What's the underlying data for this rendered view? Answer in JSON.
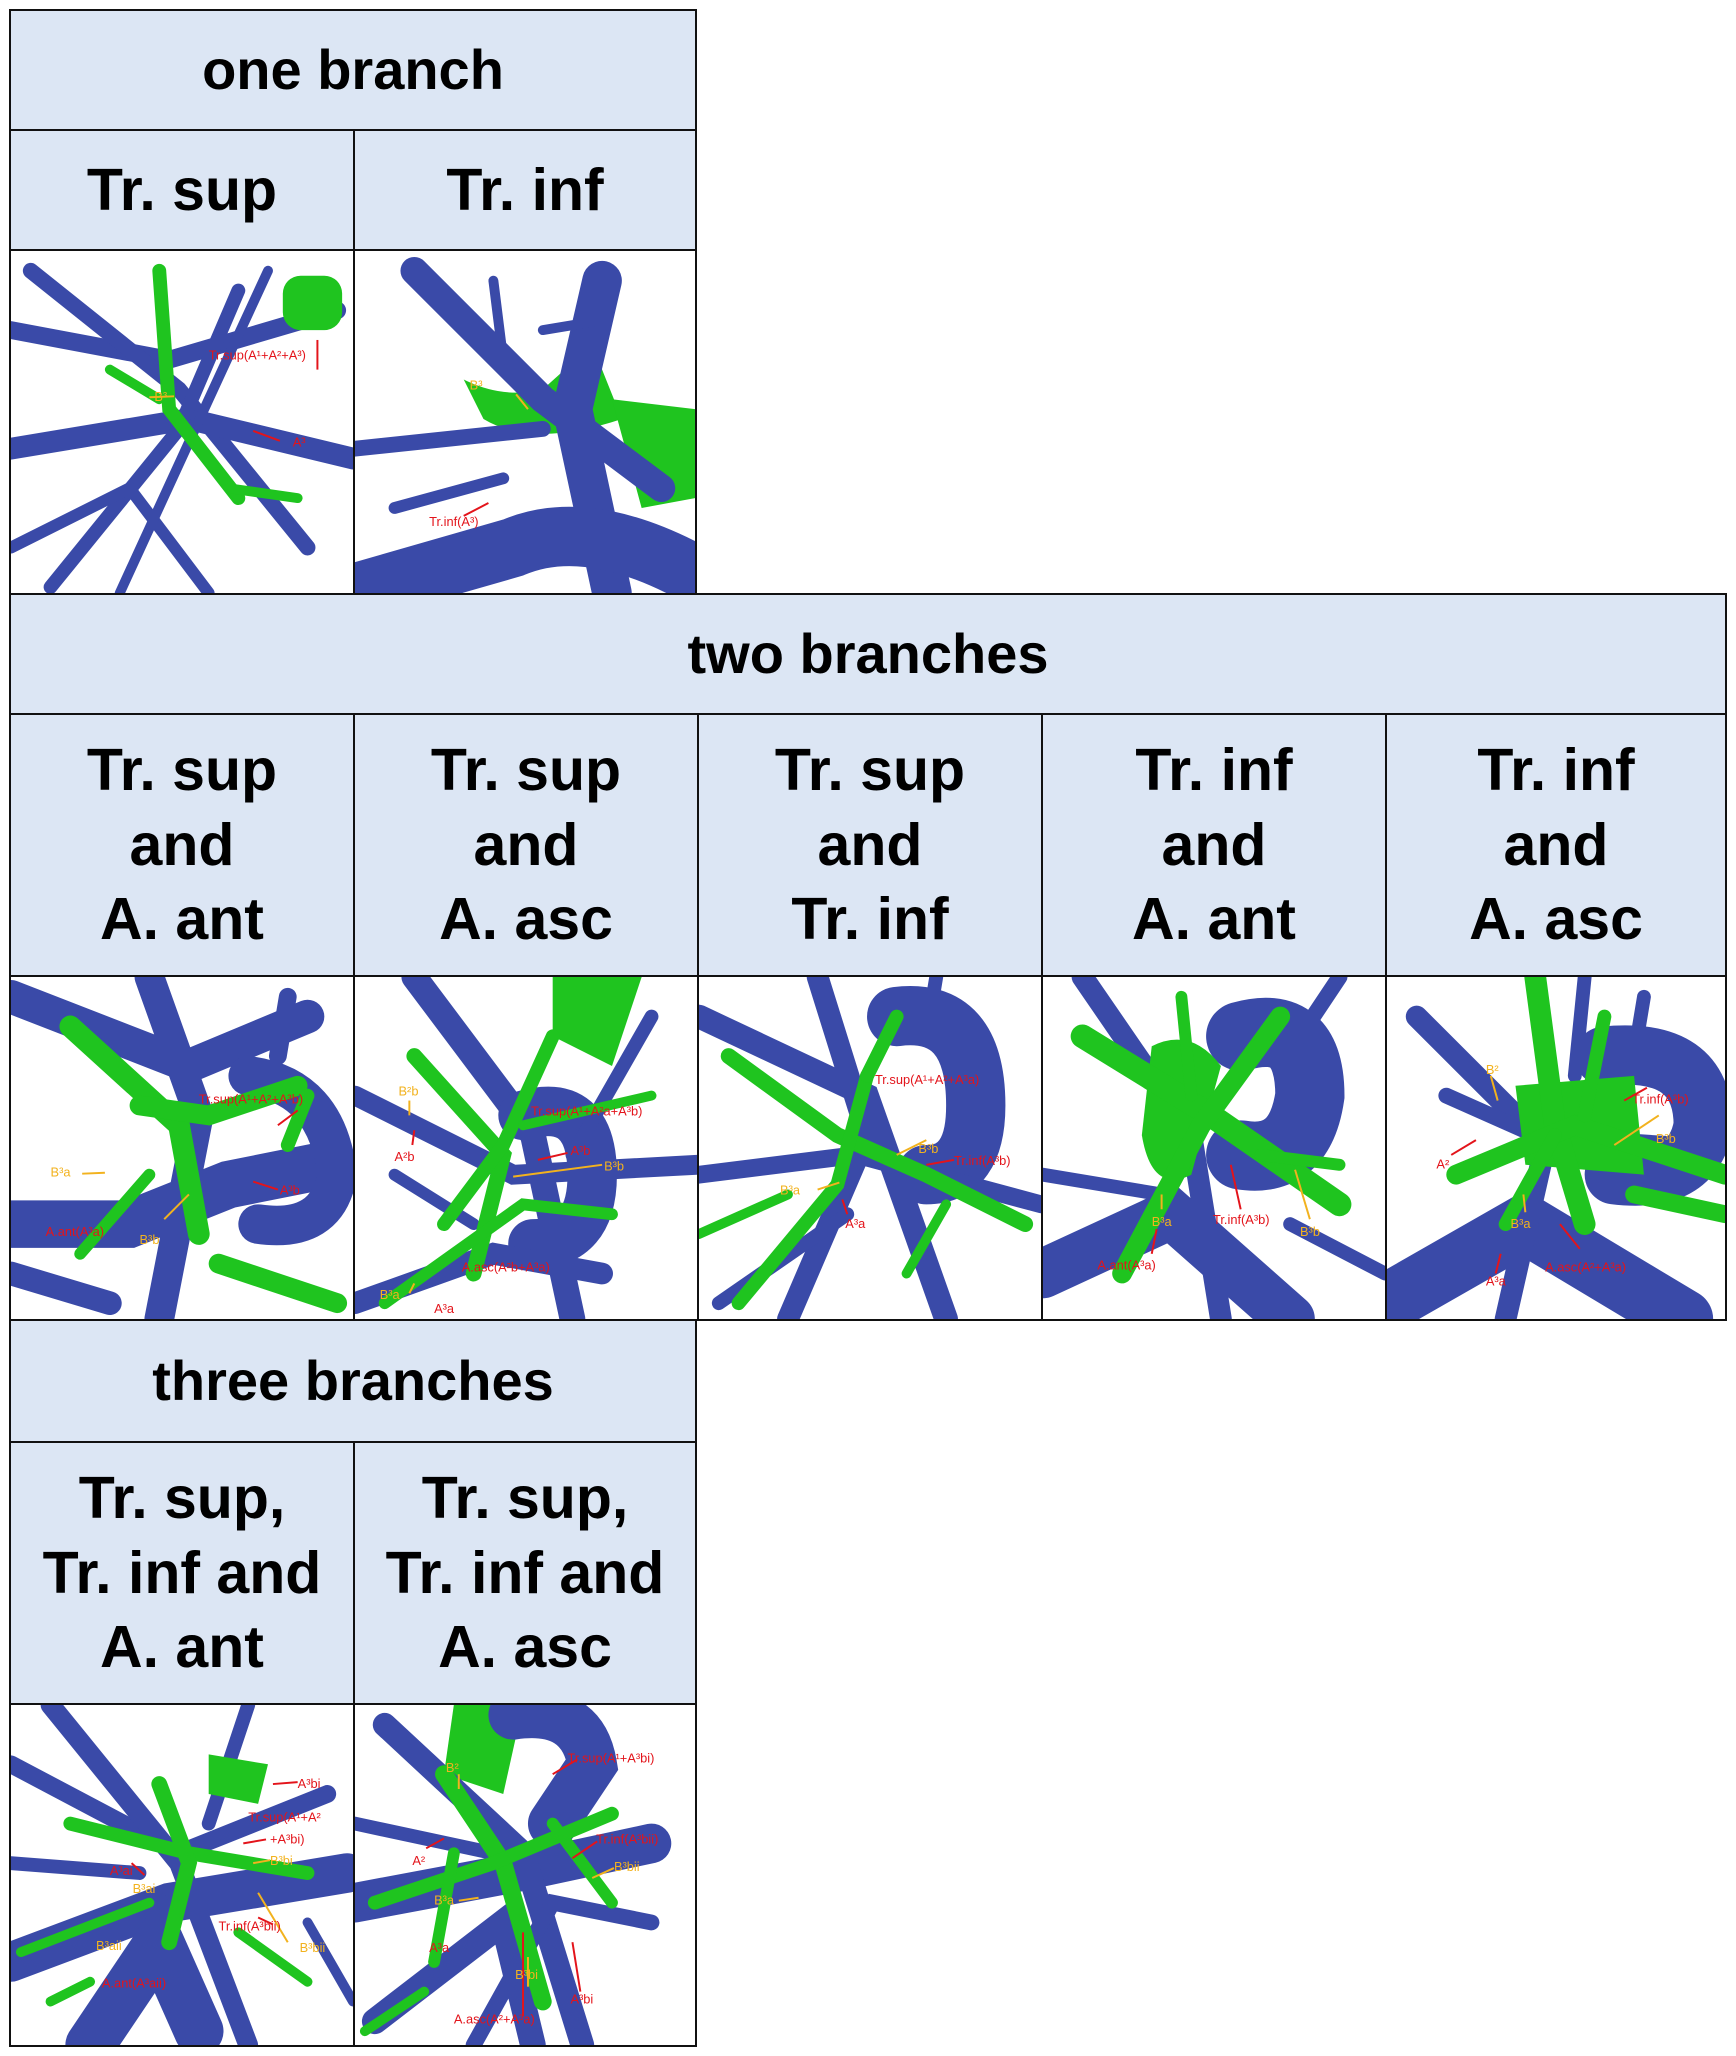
{
  "groups": {
    "one": {
      "title": "one branch",
      "cols": [
        {
          "label": "Tr. sup",
          "annotations": [
            {
              "text": "Tr.sup(A¹+A²+A³)",
              "color": "red"
            },
            {
              "text": "B³",
              "color": "orange"
            },
            {
              "text": "A³",
              "color": "red"
            }
          ]
        },
        {
          "label": "Tr. inf",
          "annotations": [
            {
              "text": "B³",
              "color": "orange"
            },
            {
              "text": "Tr.inf(A³)",
              "color": "red"
            }
          ]
        }
      ]
    },
    "two": {
      "title": "two branches",
      "cols": [
        {
          "label": "Tr. sup\nand\nA. ant",
          "annotations": [
            {
              "text": "Tr.sup(A¹+A²+A³b)",
              "color": "red"
            },
            {
              "text": "B³a",
              "color": "orange"
            },
            {
              "text": "A³b",
              "color": "red"
            },
            {
              "text": "A.ant(A³a)",
              "color": "red"
            },
            {
              "text": "B³b",
              "color": "orange"
            }
          ]
        },
        {
          "label": "Tr. sup\nand\nA. asc",
          "annotations": [
            {
              "text": "B²b",
              "color": "orange"
            },
            {
              "text": "Tr.sup(A¹+A²a+A³b)",
              "color": "red"
            },
            {
              "text": "A²b",
              "color": "red"
            },
            {
              "text": "A³b",
              "color": "red"
            },
            {
              "text": "B³b",
              "color": "orange"
            },
            {
              "text": "A.asc(A²b+A³a)",
              "color": "red"
            },
            {
              "text": "B³a",
              "color": "orange"
            },
            {
              "text": "A³a",
              "color": "red"
            }
          ]
        },
        {
          "label": "Tr. sup\nand\nTr. inf",
          "annotations": [
            {
              "text": "Tr.sup(A¹+A²+A³a)",
              "color": "red"
            },
            {
              "text": "B³b",
              "color": "orange"
            },
            {
              "text": "Tr.inf(A³b)",
              "color": "red"
            },
            {
              "text": "B³a",
              "color": "orange"
            },
            {
              "text": "A³a",
              "color": "red"
            }
          ]
        },
        {
          "label": "Tr. inf\nand\nA. ant",
          "annotations": [
            {
              "text": "B³a",
              "color": "orange"
            },
            {
              "text": "Tr.inf(A³b)",
              "color": "red"
            },
            {
              "text": "A.ant(A³a)",
              "color": "red"
            },
            {
              "text": "B³b",
              "color": "orange"
            }
          ]
        },
        {
          "label": "Tr. inf\nand\nA. asc",
          "annotations": [
            {
              "text": "B²",
              "color": "orange"
            },
            {
              "text": "Tr.inf(A³b)",
              "color": "red"
            },
            {
              "text": "B³b",
              "color": "orange"
            },
            {
              "text": "A²",
              "color": "red"
            },
            {
              "text": "B³a",
              "color": "orange"
            },
            {
              "text": "A³a",
              "color": "red"
            },
            {
              "text": "A.asc(A²+A³a)",
              "color": "red"
            }
          ]
        }
      ]
    },
    "three": {
      "title": "three branches",
      "cols": [
        {
          "label": "Tr. sup,\nTr. inf and\nA. ant",
          "annotations": [
            {
              "text": "A³bi",
              "color": "red"
            },
            {
              "text": "Tr.sup(A¹+A²",
              "color": "red"
            },
            {
              "text": "+A³bi)",
              "color": "red"
            },
            {
              "text": "A³ai",
              "color": "red"
            },
            {
              "text": "B³bi",
              "color": "orange"
            },
            {
              "text": "B³ai",
              "color": "orange"
            },
            {
              "text": "Tr.inf(A³bii)",
              "color": "red"
            },
            {
              "text": "B³aii",
              "color": "orange"
            },
            {
              "text": "B³bii",
              "color": "orange"
            },
            {
              "text": "A.ant(A³aii)",
              "color": "red"
            }
          ]
        },
        {
          "label": "Tr. sup,\nTr. inf and\nA. asc",
          "annotations": [
            {
              "text": "Tr.sup(A¹+A³bi)",
              "color": "red"
            },
            {
              "text": "B²",
              "color": "orange"
            },
            {
              "text": "Tr.inf(A³bii)",
              "color": "red"
            },
            {
              "text": "B³bii",
              "color": "orange"
            },
            {
              "text": "A²",
              "color": "red"
            },
            {
              "text": "B³a",
              "color": "orange"
            },
            {
              "text": "A³a",
              "color": "red"
            },
            {
              "text": "B³bi",
              "color": "orange"
            },
            {
              "text": "A³bi",
              "color": "red"
            },
            {
              "text": "A.asc(A²+A³a)",
              "color": "red"
            }
          ]
        }
      ]
    }
  },
  "colors": {
    "header_bg": "#dce6f4",
    "vessel_artery": "#3a4aa8",
    "vessel_bronchus": "#1fc41f",
    "label_red": "#e3141b",
    "label_orange": "#f2b21e"
  }
}
